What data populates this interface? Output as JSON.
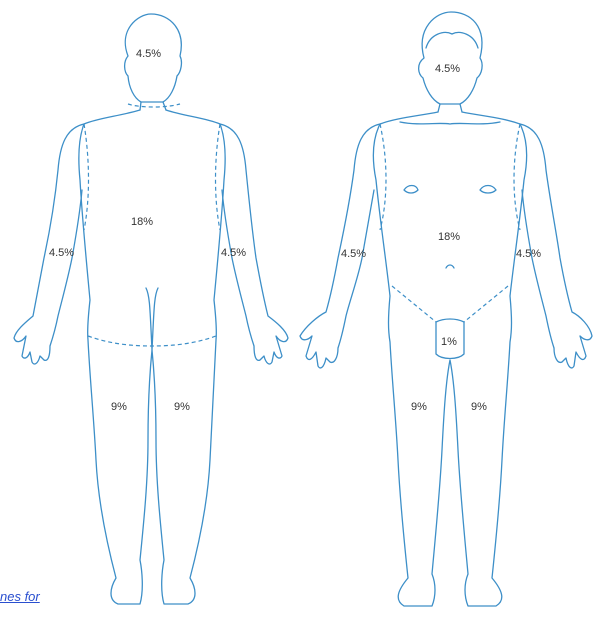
{
  "figure": {
    "back_view": {
      "head_pct": "4.5%",
      "trunk_pct": "18%",
      "left_arm_pct": "4.5%",
      "right_arm_pct": "4.5%",
      "left_leg_pct": "9%",
      "right_leg_pct": "9%"
    },
    "front_view": {
      "head_pct": "4.5%",
      "trunk_pct": "18%",
      "left_arm_pct": "4.5%",
      "right_arm_pct": "4.5%",
      "groin_pct": "1%",
      "left_leg_pct": "9%",
      "right_leg_pct": "9%"
    },
    "caption_link": "nes for",
    "line_color": "#3d8fc8"
  }
}
